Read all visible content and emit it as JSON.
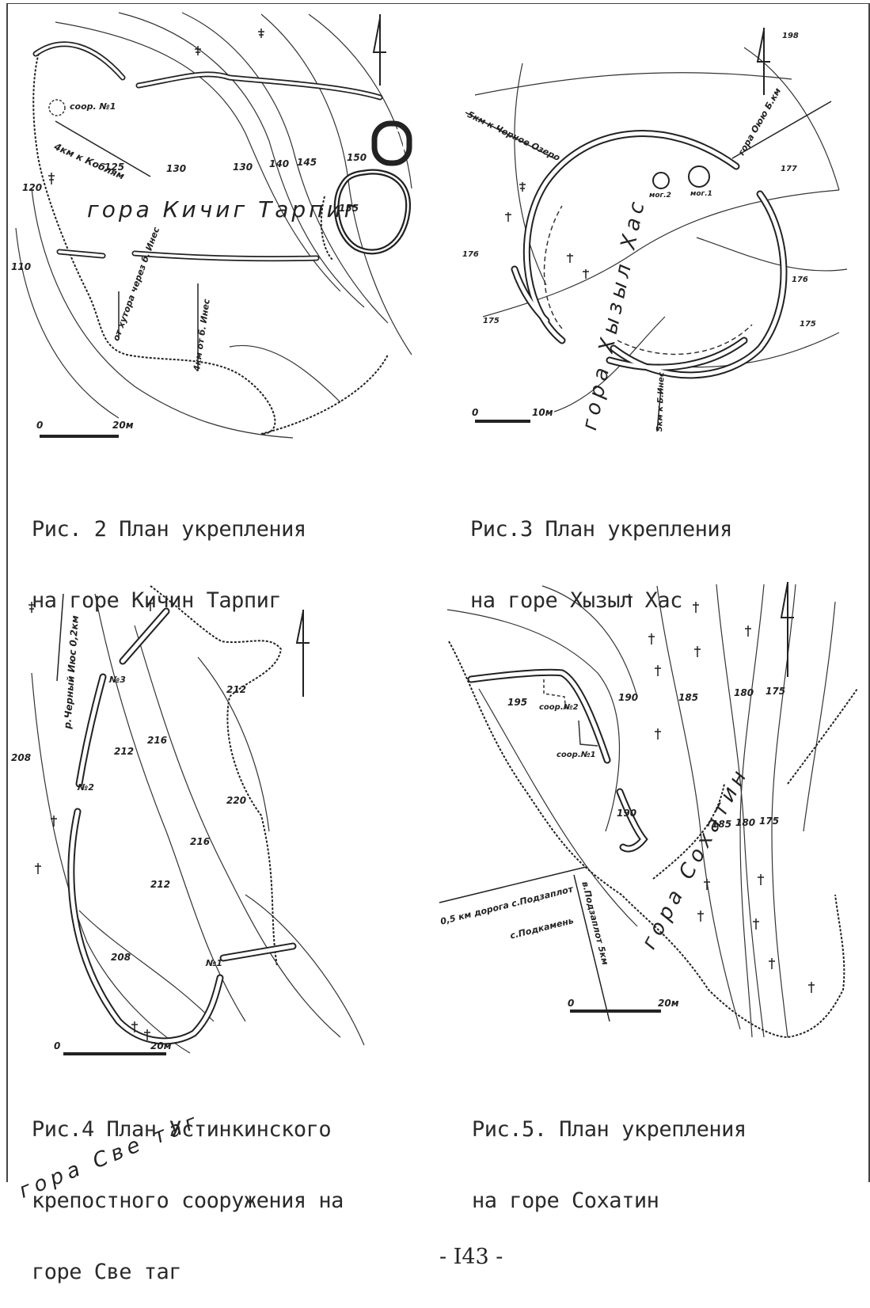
{
  "figures": [
    {
      "id": "fig2",
      "caption_lines": [
        "Рис. 2 План укрепления",
        "на горе Кичин Тарпиг"
      ],
      "mountain_label": "гора Кичиг Тарпиг",
      "labels": {
        "soor": "соор. №1",
        "road1": "4км к Коблям",
        "road2": "от хутора через б. Инес",
        "road3": "4км от б. Инес"
      },
      "elevations": [
        "125",
        "130",
        "130",
        "140",
        "145",
        "150",
        "155",
        "120",
        "110"
      ],
      "scale": {
        "start": "0",
        "end": "20м"
      }
    },
    {
      "id": "fig3",
      "caption_lines": [
        "Рис.3 План укрепления",
        "на горе Хызыл Хас"
      ],
      "mountain_label": "гора Хызыл Хас",
      "labels": {
        "road1": "5км к Черное Озеро",
        "road2": "гора Оюю Б.км",
        "mog1": "мог.2",
        "mog2": "мог.1",
        "road3": "5км к Б.Инес"
      },
      "elevations": [
        "198",
        "177",
        "176",
        "175",
        "176",
        "175"
      ],
      "scale": {
        "start": "0",
        "end": "10м"
      }
    },
    {
      "id": "fig4",
      "caption_lines": [
        "Рис.4 План Устинкинского",
        "крепостного сооружения на",
        "горе Све таг"
      ],
      "mountain_label": "гора Све таг",
      "labels": {
        "road1": "р.Черный Июс 0,2км",
        "n3": "№3",
        "n2": "№2",
        "n1": "№1"
      },
      "elevations": [
        "212",
        "216",
        "212",
        "220",
        "208",
        "216",
        "212",
        "208"
      ],
      "scale": {
        "start": "0",
        "end": "20м"
      }
    },
    {
      "id": "fig5",
      "caption_lines": [
        "Рис.5. План укрепления",
        "на горе Сохатин"
      ],
      "mountain_label": "гора Сохатин",
      "labels": {
        "soor2": "соор.№2",
        "soor1": "соор.№1",
        "road1": "0,5 км дорога с.Подзаплот",
        "road2": "с.Подкамень",
        "road3": "в.Подзаплот 5км"
      },
      "elevations": [
        "195",
        "190",
        "185",
        "180",
        "175",
        "190",
        "185",
        "180",
        "175"
      ],
      "scale": {
        "start": "0",
        "end": "20м"
      }
    }
  ],
  "page_number": "- I43 -"
}
